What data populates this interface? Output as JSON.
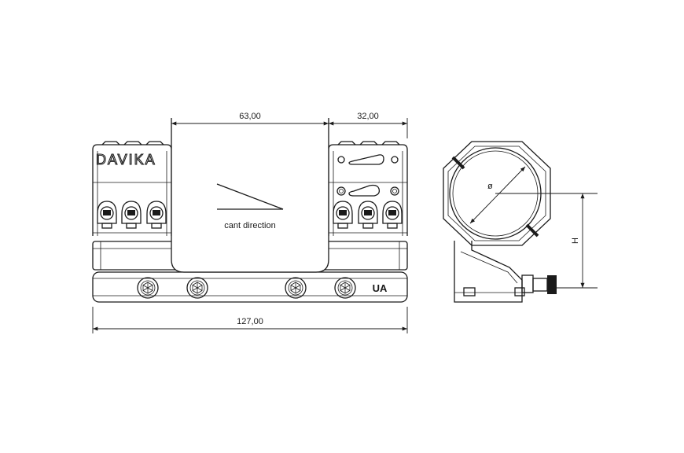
{
  "dimensions": {
    "ring_spacing": "63,00",
    "ring_width": "32,00",
    "overall_length": "127,00",
    "diameter_symbol": "ø",
    "height_label": "H"
  },
  "labels": {
    "brand": "DAVIKA",
    "cant_direction": "cant direction",
    "model_mark": "UA"
  },
  "colors": {
    "line": "#1a1a1a",
    "background": "#ffffff"
  }
}
